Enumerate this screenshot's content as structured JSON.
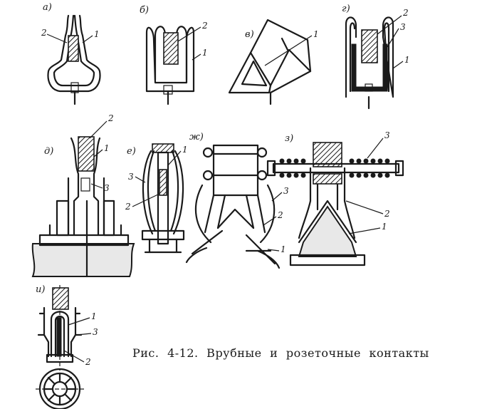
{
  "caption": "Рис. 4-12. Врубные и розеточные контакты",
  "panels": {
    "a": "а)",
    "b": "б)",
    "v": "в)",
    "g": "г)",
    "d": "д)",
    "e": "е)",
    "zh": "ж)",
    "z": "з)",
    "i": "и)"
  },
  "parts": {
    "p1": "1",
    "p2": "2",
    "p3": "3"
  }
}
